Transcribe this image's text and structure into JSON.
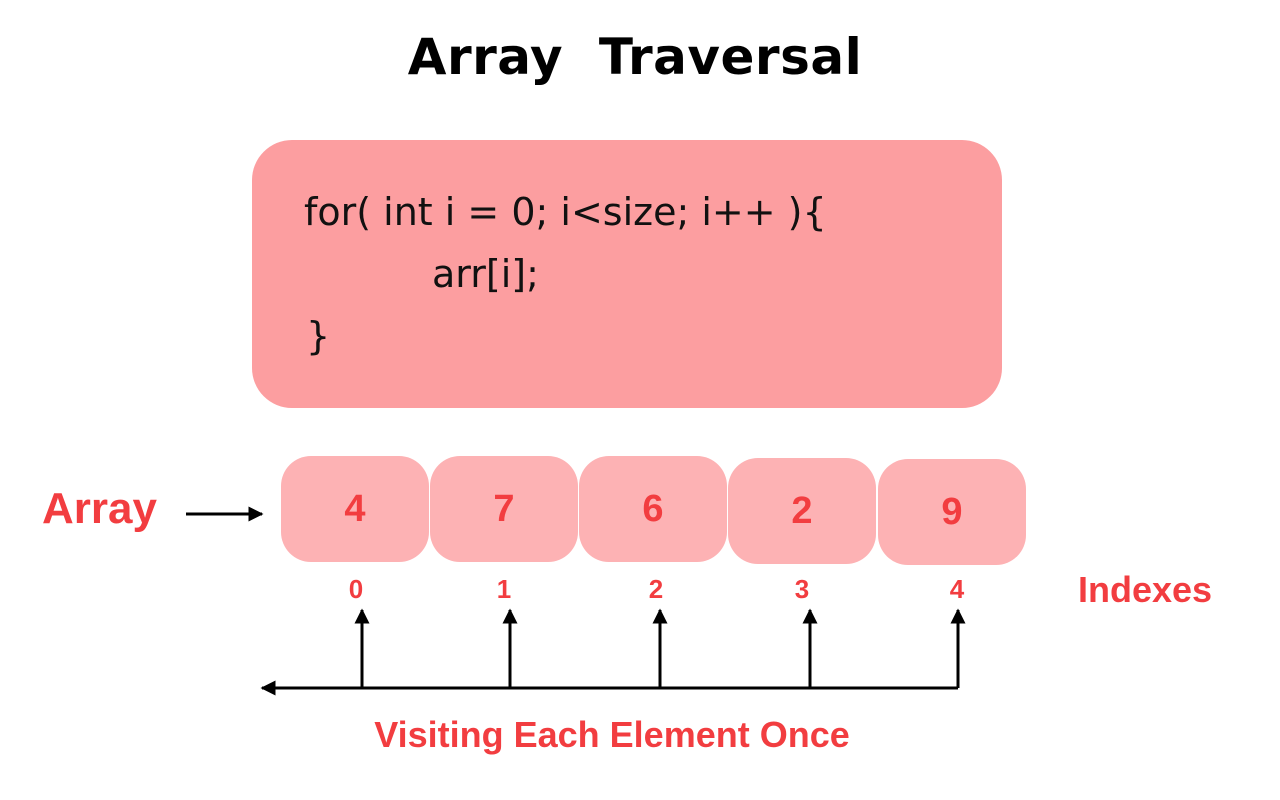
{
  "title": "Array  Traversal",
  "code": {
    "line1": "for( int i = 0; i<size; i++ ){",
    "line2": "arr[i];",
    "line3": "}"
  },
  "array": {
    "label": "Array",
    "values": [
      "4",
      "7",
      "6",
      "2",
      "9"
    ],
    "indexes": [
      "0",
      "1",
      "2",
      "3",
      "4"
    ],
    "indexes_label": "Indexes"
  },
  "caption": "Visiting Each Element Once",
  "colors": {
    "code_box": "#fc9ea0",
    "cell": "#fdb2b4",
    "accent_red": "#f23d40",
    "arrow": "#000000"
  }
}
